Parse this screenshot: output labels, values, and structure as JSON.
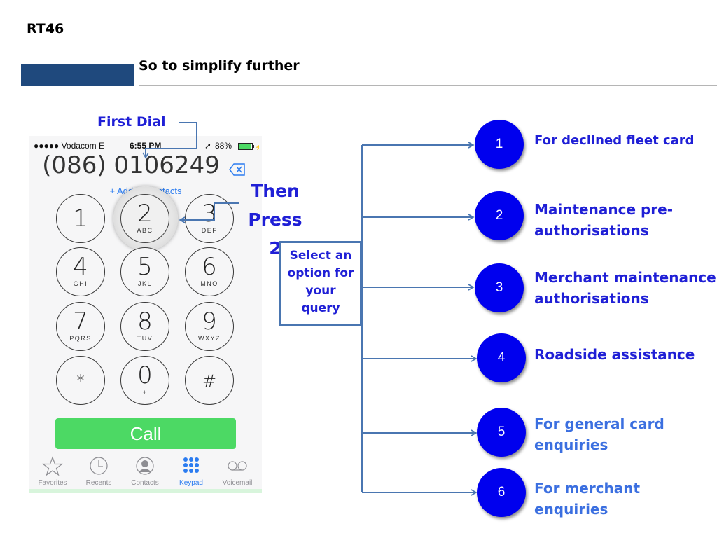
{
  "slide_code": "RT46",
  "header": {
    "title": "So to simplify further",
    "bar_color": "#1f497d"
  },
  "callouts": {
    "first_dial": "First Dial",
    "then_line1": "Then",
    "then_line2": "Press 2"
  },
  "phone": {
    "status": {
      "carrier": "●●●●● Vodacom  E",
      "time": "6:55 PM",
      "battery": "88%"
    },
    "dialed_number": "(086) 0106249",
    "add_contacts": "+ Add to Contacts",
    "keys": [
      {
        "digit": "1",
        "letters": ""
      },
      {
        "digit": "2",
        "letters": "ABC"
      },
      {
        "digit": "3",
        "letters": "DEF"
      },
      {
        "digit": "4",
        "letters": "GHI"
      },
      {
        "digit": "5",
        "letters": "JKL"
      },
      {
        "digit": "6",
        "letters": "MNO"
      },
      {
        "digit": "7",
        "letters": "PQRS"
      },
      {
        "digit": "8",
        "letters": "TUV"
      },
      {
        "digit": "9",
        "letters": "WXYZ"
      },
      {
        "digit": "*",
        "letters": ""
      },
      {
        "digit": "0",
        "letters": "+"
      },
      {
        "digit": "#",
        "letters": ""
      }
    ],
    "call_label": "Call",
    "call_color": "#4cd964",
    "tabs": [
      {
        "label": "Favorites",
        "icon": "star-icon",
        "active": false
      },
      {
        "label": "Recents",
        "icon": "clock-icon",
        "active": false
      },
      {
        "label": "Contacts",
        "icon": "person-icon",
        "active": false
      },
      {
        "label": "Keypad",
        "icon": "keypad-icon",
        "active": true
      },
      {
        "label": "Voicemail",
        "icon": "voicemail-icon",
        "active": false
      }
    ]
  },
  "query_box": {
    "text_lines": [
      "Select an",
      "option for",
      "your",
      "query"
    ]
  },
  "options": [
    {
      "number": "1",
      "lines": [
        "For declined fleet card"
      ],
      "color": "#1f1fd6"
    },
    {
      "number": "2",
      "lines": [
        "Maintenance pre-",
        "authorisations"
      ],
      "color": "#1f1fd6"
    },
    {
      "number": "3",
      "lines": [
        "Merchant maintenance",
        "authorisations"
      ],
      "color": "#1f1fd6"
    },
    {
      "number": "4",
      "lines": [
        "Roadside assistance"
      ],
      "color": "#1f1fd6"
    },
    {
      "number": "5",
      "lines": [
        "For general card",
        "enquiries"
      ],
      "color": "#3b6fe0"
    },
    {
      "number": "6",
      "lines": [
        "For merchant enquiries"
      ],
      "color": "#3b6fe0"
    }
  ]
}
